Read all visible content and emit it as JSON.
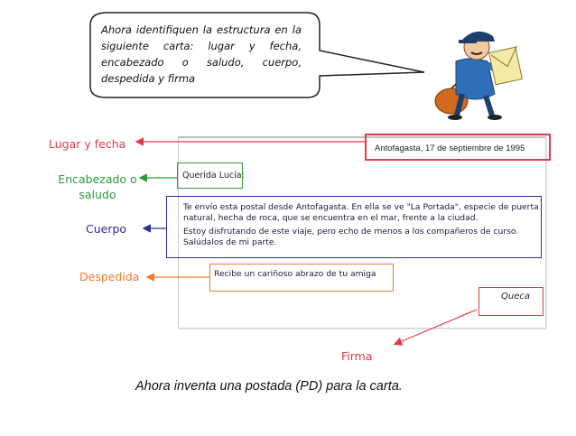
{
  "bubble": {
    "text": "Ahora identifiquen la estructura en la siguiente carta: lugar y fecha, encabezado   o saludo, cuerpo, despedida y firma"
  },
  "letter": {
    "date": "Antofagasta, 17 de septiembre de 1995",
    "greeting": "Querida Lucía:",
    "body_p1": "Te envío esta postal desde Antofagasta. En ella se ve \"La Portada\", especie de puerta natural, hecha de roca, que se encuentra en el mar, frente a la ciudad.",
    "body_p2": "Estoy disfrutando de este viaje, pero echo de menos a los compañeros de curso. Salúdalos de mi parte.",
    "closing": "Recibe un cariñoso abrazo de tu amiga",
    "signature": "Queca"
  },
  "labels": {
    "place_date": "Lugar y fecha",
    "heading_line1": "Encabezado o",
    "heading_line2": "saludo",
    "body": "Cuerpo",
    "farewell": "Despedida",
    "signature": "Firma"
  },
  "footer": "Ahora inventa una postada (PD) para la carta.",
  "colors": {
    "place_date": "#e23a46",
    "heading": "#2e9a3a",
    "body": "#2b2f95",
    "farewell": "#f07a2a",
    "signature": "#e23a46"
  },
  "illustration": "mailman-icon"
}
